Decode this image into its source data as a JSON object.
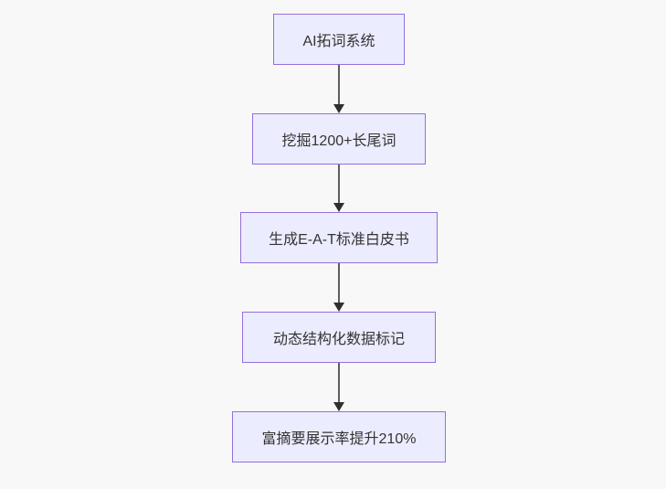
{
  "diagram": {
    "type": "flowchart",
    "direction": "top-down",
    "nodes": [
      {
        "id": "step-1",
        "label": "AI拓词系统"
      },
      {
        "id": "step-2",
        "label": "挖掘1200+长尾词"
      },
      {
        "id": "step-3",
        "label": "生成E-A-T标准白皮书"
      },
      {
        "id": "step-4",
        "label": "动态结构化数据标记"
      },
      {
        "id": "step-5",
        "label": "富摘要展示率提升210%"
      }
    ],
    "edges": [
      {
        "from": "step-1",
        "to": "step-2",
        "arrow": "down"
      },
      {
        "from": "step-2",
        "to": "step-3",
        "arrow": "down"
      },
      {
        "from": "step-3",
        "to": "step-4",
        "arrow": "down"
      },
      {
        "from": "step-4",
        "to": "step-5",
        "arrow": "down"
      }
    ],
    "colors": {
      "node_fill": "#ECECFF",
      "node_border": "#9370DB",
      "edge_line": "#5d5d5d",
      "arrowhead": "#2f2f2f",
      "text": "#333333",
      "background": "#f8f8f8"
    }
  }
}
